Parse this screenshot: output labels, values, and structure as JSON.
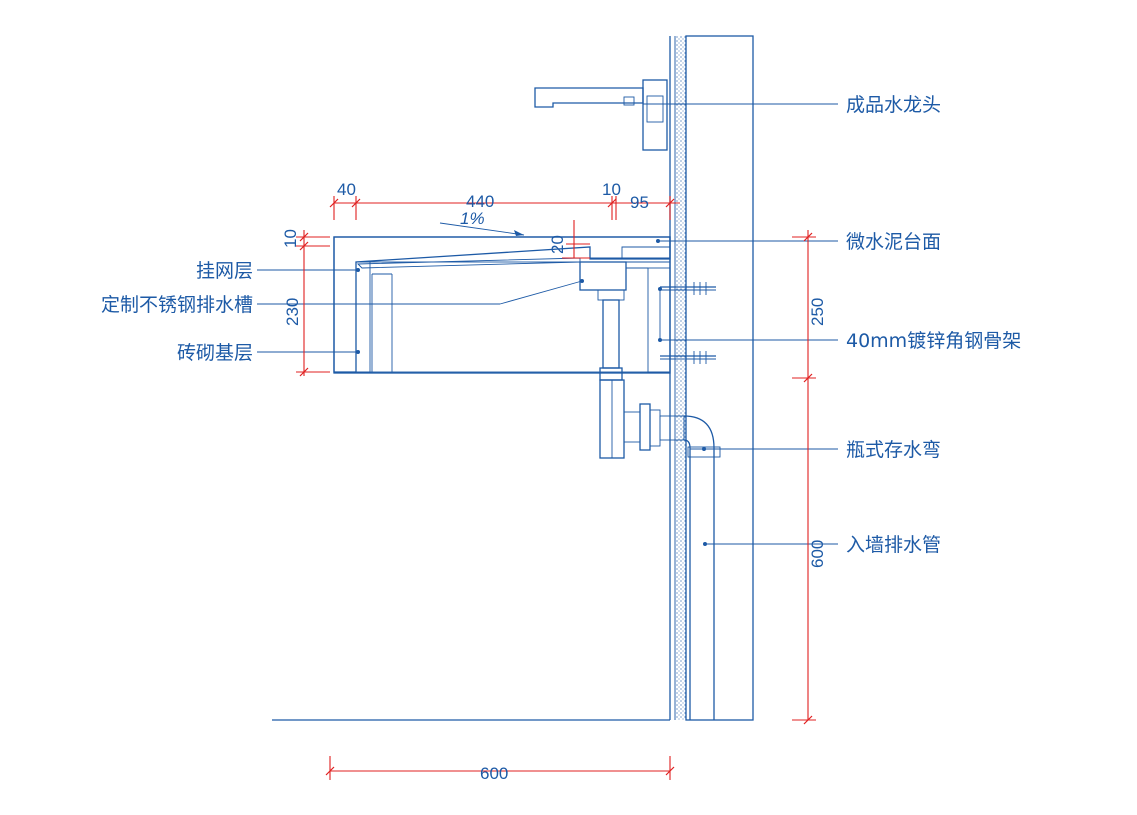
{
  "labels": {
    "faucet": "成品水龙头",
    "countertop": "微水泥台面",
    "frame": "40mm镀锌角钢骨架",
    "trap": "瓶式存水弯",
    "drain_pipe": "入墙排水管",
    "mesh_layer": "挂网层",
    "drain_trough": "定制不锈钢排水槽",
    "brick_base": "砖砌基层"
  },
  "dimensions": {
    "top_40": "40",
    "top_440": "440",
    "top_10": "10",
    "top_95": "95",
    "slope": "1%",
    "drop_20": "20",
    "left_10": "10",
    "left_230": "230",
    "right_250": "250",
    "right_600": "600",
    "bottom_600": "600"
  },
  "colors": {
    "drawing_lines": "#1d5aa6",
    "dimension_lines": "#e02020"
  }
}
